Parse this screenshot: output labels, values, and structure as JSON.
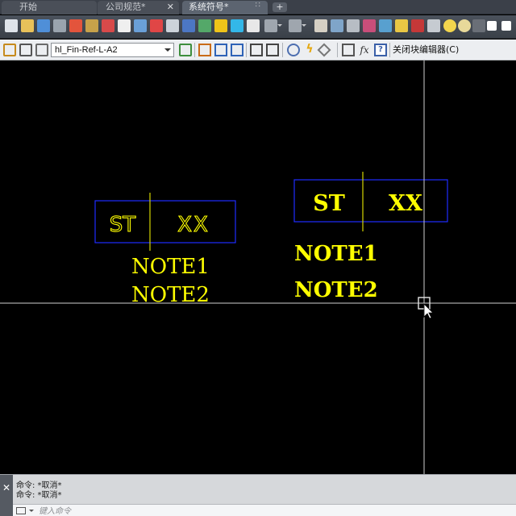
{
  "tabs": [
    {
      "label": "开始",
      "active": false
    },
    {
      "label": "公司规范*",
      "active": false
    },
    {
      "label": "系统符号*",
      "active": true
    }
  ],
  "tab_add_label": "+",
  "block_editor": {
    "block_name": "hl_Fin-Ref-L-A2",
    "close_label": "关闭块编辑器(C)"
  },
  "drawing": {
    "tag_left": {
      "left_text": "ST",
      "right_text": "XX"
    },
    "tag_right": {
      "left_text": "ST",
      "right_text": "XX"
    },
    "notes_left": [
      "NOTE1",
      "NOTE2"
    ],
    "notes_right": [
      "NOTE1",
      "NOTE2"
    ],
    "colors": {
      "frame": "#1e2cff",
      "text": "#ffff00",
      "divider": "#d6d600",
      "crosshair": "#cfcfcf"
    }
  },
  "command": {
    "history": [
      "命令: *取消*",
      "命令: *取消*"
    ],
    "placeholder": "键入命令"
  },
  "icons": {
    "qat": [
      "new-icon",
      "open-icon",
      "save-icon",
      "plot-icon",
      "undo-icon",
      "redo-icon"
    ],
    "block_toolbar": [
      "edit-block-icon",
      "save-block-icon",
      "parameters-icon",
      "actions-icon",
      "visibility-icon",
      "attribute-definition-icon"
    ]
  }
}
